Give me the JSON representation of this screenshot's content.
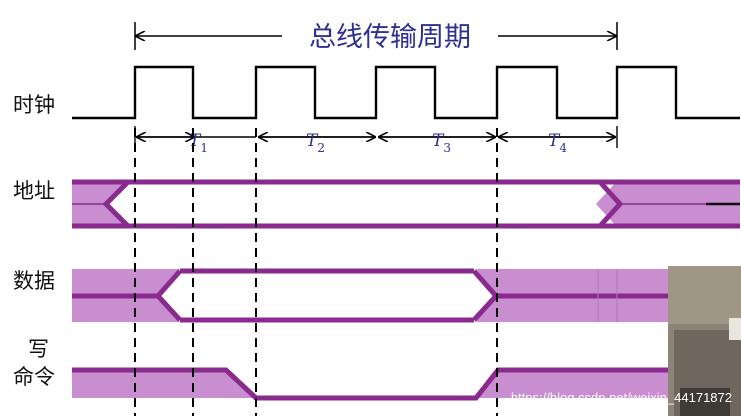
{
  "title": "总线传输周期",
  "clock": {
    "label": "时钟"
  },
  "periods": [
    {
      "letter": "T",
      "sub": "1"
    },
    {
      "letter": "T",
      "sub": "2"
    },
    {
      "letter": "T",
      "sub": "3"
    },
    {
      "letter": "T",
      "sub": "4"
    }
  ],
  "signals": {
    "address": {
      "label": "地址"
    },
    "data": {
      "label": "数据"
    },
    "write_cmd": {
      "label_line1": "写",
      "label_line2": "命令"
    }
  },
  "watermark": "https://blog.csdn.net/weixin_44171872",
  "colors": {
    "bus_fill": "#c98ed0",
    "bus_edge": "#8a2a8e",
    "title": "#2e3192"
  }
}
